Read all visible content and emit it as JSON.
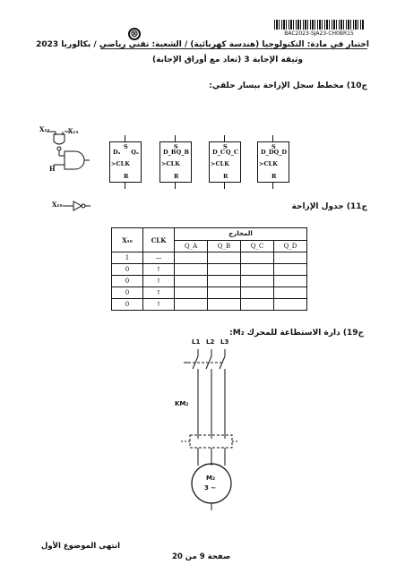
{
  "header": {
    "barcode_text": "BAC2023-SJA23-CH0BR15",
    "seal_symbol": "⊗",
    "exam_title": "اختبار في مادة: التكنولوجيا (هندسة كهربائية) / الشعبة: تقني رياضي / بكالوريا 2023",
    "document_subtitle": "وثيقة الإجابة 3 (تعاد مع أوراق الإجابة)"
  },
  "q10": {
    "label": "ج10) مخطط سجل الإزاحة بيسار حلقي:",
    "inputs": {
      "x11": "X₁₁",
      "x15": "X₁₅",
      "h": "H",
      "x10": "X₁₀"
    },
    "flipflops": [
      {
        "d": "Dₐ",
        "s": "S",
        "q": "Qₐ",
        "clk": "CLK",
        "r": "R"
      },
      {
        "d": "D_B",
        "s": "S",
        "q": "Q_B",
        "clk": "CLK",
        "r": "R"
      },
      {
        "d": "D_C",
        "s": "S",
        "q": "Q_C",
        "clk": "CLK",
        "r": "R"
      },
      {
        "d": "D_D",
        "s": "S",
        "q": "Q_D",
        "clk": "CLK",
        "r": "R"
      }
    ]
  },
  "q11": {
    "label": "ج11) جدول الإزاحة",
    "table": {
      "col_x10": "X₁₀",
      "col_clk": "CLK",
      "outputs_header": "المخارج",
      "outputs": [
        "Q_A",
        "Q_B",
        "Q_C",
        "Q_D"
      ],
      "rows": [
        {
          "x10": "1",
          "clk": "—"
        },
        {
          "x10": "0",
          "clk": "↑"
        },
        {
          "x10": "0",
          "clk": "↑"
        },
        {
          "x10": "0",
          "clk": "↑"
        },
        {
          "x10": "0",
          "clk": "↑"
        }
      ]
    }
  },
  "q19": {
    "label": "ج19) دارة الاستطاعة للمحرك M₂:",
    "lines": [
      "L1",
      "L2",
      "L3"
    ],
    "contactor": "KM₂",
    "motor_name": "M₂",
    "motor_phase": "3 ~"
  },
  "footer": {
    "end_text": "انتهى الموضوع الأول",
    "page_text": "صفحة 9 من 20"
  }
}
